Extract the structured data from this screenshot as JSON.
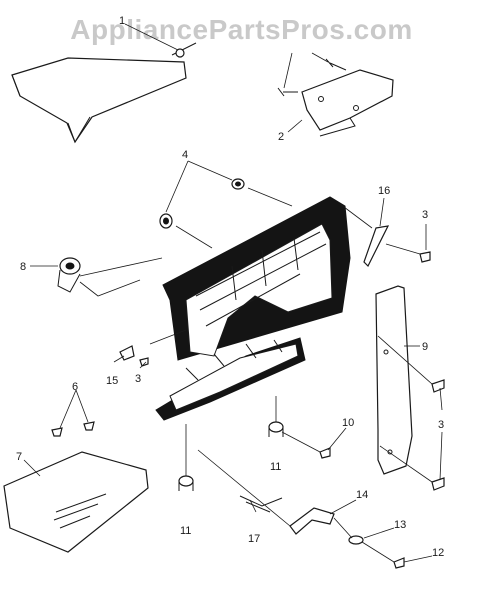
{
  "watermark": "AppliancePartsPros.com",
  "callouts": [
    {
      "id": "c1",
      "label": "1"
    },
    {
      "id": "c2",
      "label": "2"
    },
    {
      "id": "c3a",
      "label": "3"
    },
    {
      "id": "c3b",
      "label": "3"
    },
    {
      "id": "c3c",
      "label": "3"
    },
    {
      "id": "c4",
      "label": "4"
    },
    {
      "id": "c6",
      "label": "6"
    },
    {
      "id": "c7",
      "label": "7"
    },
    {
      "id": "c8",
      "label": "8"
    },
    {
      "id": "c9",
      "label": "9"
    },
    {
      "id": "c10",
      "label": "10"
    },
    {
      "id": "c11a",
      "label": "11"
    },
    {
      "id": "c11b",
      "label": "11"
    },
    {
      "id": "c12",
      "label": "12"
    },
    {
      "id": "c13",
      "label": "13"
    },
    {
      "id": "c14",
      "label": "14"
    },
    {
      "id": "c15",
      "label": "15"
    },
    {
      "id": "c16",
      "label": "16"
    },
    {
      "id": "c17",
      "label": "17"
    }
  ]
}
